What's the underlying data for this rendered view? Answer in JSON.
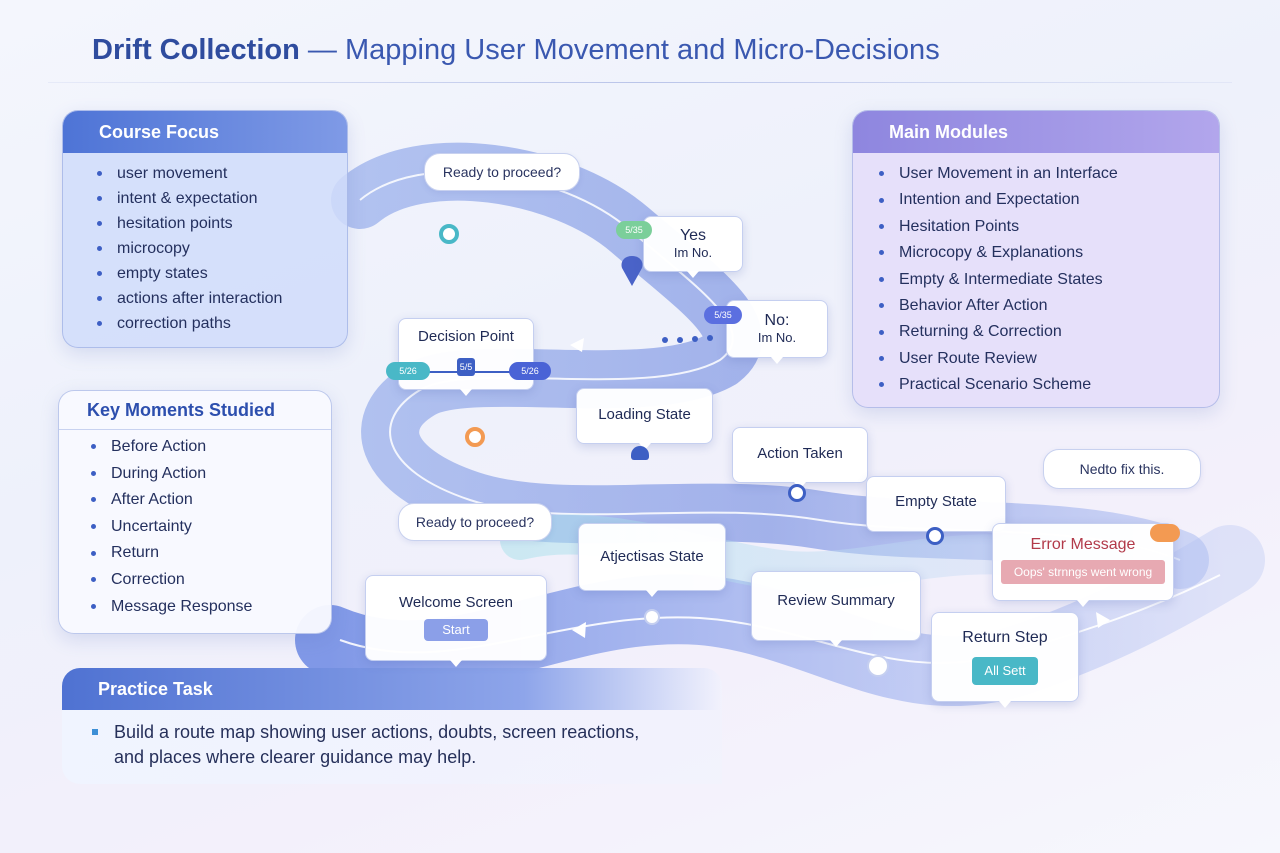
{
  "title": {
    "main": "Drift Collection",
    "subtitle": "— Mapping User Movement and Micro-Decisions"
  },
  "course_focus": {
    "heading": "Course Focus",
    "items": [
      "user movement",
      "intent & expectation",
      "hesitation points",
      "microcopy",
      "empty states",
      "actions after interaction",
      "correction paths"
    ]
  },
  "main_modules": {
    "heading": "Main Modules",
    "items": [
      "User Movement in an Interface",
      "Intention and Expectation",
      "Hesitation Points",
      "Microcopy & Explanations",
      "Empty & Intermediate States",
      "Behavior After Action",
      "Returning & Correction",
      "User Route Review",
      "Practical Scenario Scheme"
    ]
  },
  "key_moments": {
    "heading": "Key Moments Studied",
    "items": [
      "Before Action",
      "During Action",
      "After Action",
      "Uncertainty",
      "Return",
      "Correction",
      "Message Response"
    ]
  },
  "practice_task": {
    "heading": "Practice Task",
    "line1": "Build a route map showing user actions, doubts, screen reactions,",
    "line2": "and places where clearer guidance may help."
  },
  "route": {
    "bubble_top": "Ready to proceed?",
    "bubble_mid": "Ready to proceed?",
    "bubble_fix": "Nedto fix this.",
    "yes_card": {
      "title": "Yes",
      "sub": "Im No.",
      "tag": "5/35"
    },
    "no_card": {
      "title": "No:",
      "sub": "Im No.",
      "tag": "5/35"
    },
    "decision_point": {
      "title": "Decision Point",
      "tag_left": "5/26",
      "tag_mid": "5/5",
      "tag_right": "5/26"
    },
    "loading_state": "Loading State",
    "action_taken": "Action Taken",
    "empty_state": "Empty State",
    "error_message": {
      "title": "Error Message",
      "alert": "Oops' strnngs went wrong"
    },
    "adjective_state": "Atjectisas State",
    "welcome_screen": {
      "title": "Welcome Screen",
      "button": "Start"
    },
    "review_summary": "Review Summary",
    "return_step": {
      "title": "Return Step",
      "button": "All Sett"
    }
  },
  "colors": {
    "accent": "#3d5fc4",
    "course_head": "#4e74d6",
    "modules_head": "#8e86df",
    "error_head": "#b23a4a",
    "alert_bg": "#e7a9b2",
    "teal": "#49b8c7",
    "orange": "#f39a52"
  }
}
